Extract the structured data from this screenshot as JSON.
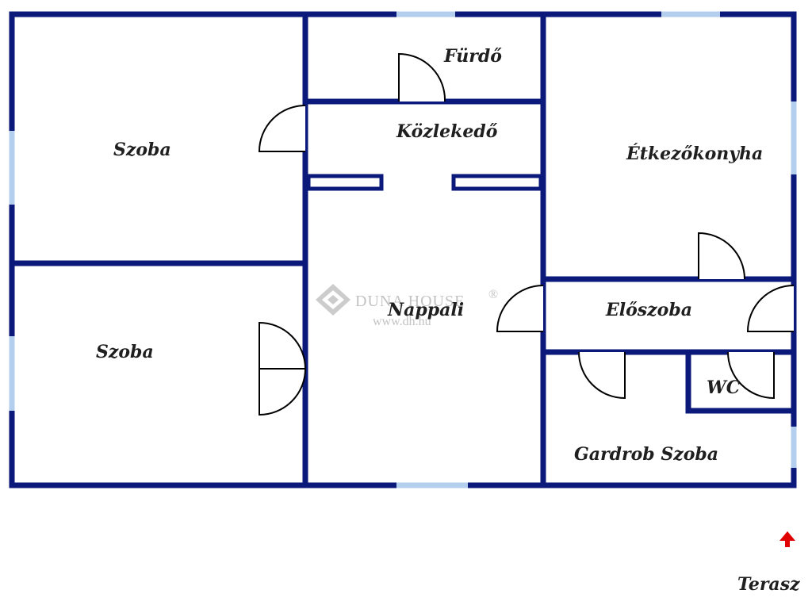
{
  "rooms": {
    "szoba_upper": "Szoba",
    "szoba_lower": "Szoba",
    "furdo": "Fürdő",
    "kozlekedo": "Közlekedő",
    "etkezokonyha": "Étkezőkonyha",
    "nappali": "Nappali",
    "eloszoba": "Előszoba",
    "wc": "WC",
    "gardrob": "Gardrob Szoba"
  },
  "terrace": {
    "label": "Terasz",
    "arrow_icon": "arrow-up-icon",
    "arrow_color": "#e00000"
  },
  "watermark": {
    "brand": "DUNA HOUSE",
    "registered": "®",
    "url": "www.dh.hu",
    "logo_icon": "diamond-logo-icon"
  },
  "colors": {
    "wall": "#0b1a7a",
    "window": "#b4cfee",
    "door": "#000000",
    "background": "#ffffff",
    "watermark": "#b8b8b8"
  }
}
